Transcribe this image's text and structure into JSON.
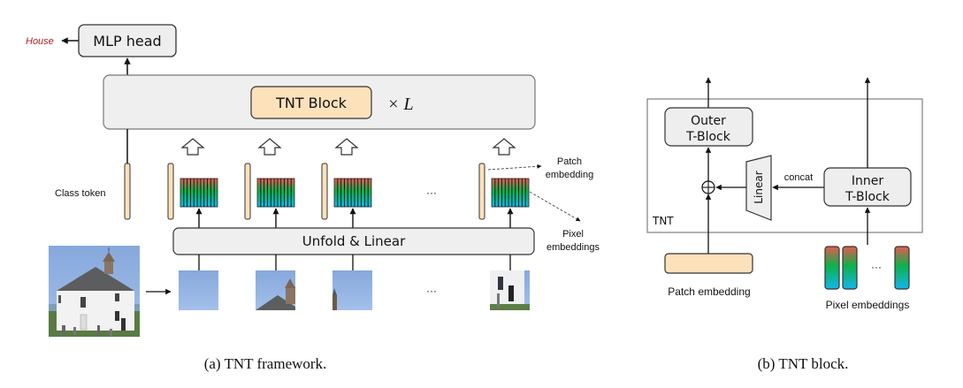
{
  "figure_a": {
    "output_label": "House",
    "mlp_head_label": "MLP head",
    "tnt_block_label": "TNT Block",
    "repeat_label": "× L",
    "class_token_label": "Class token",
    "unfold_label": "Unfold & Linear",
    "patch_embedding_label": [
      "Patch",
      "embedding"
    ],
    "pixel_embeddings_label": [
      "Pixel",
      "embeddings"
    ],
    "ellipsis": "···",
    "caption": "(a) TNT framework."
  },
  "figure_b": {
    "outer_block_label": [
      "Outer",
      "T-Block"
    ],
    "inner_block_label": [
      "Inner",
      "T-Block"
    ],
    "linear_label": "Linear",
    "concat_label": "concat",
    "container_label": "TNT",
    "patch_embedding_label": "Patch embedding",
    "pixel_embeddings_label": "Pixel embeddings",
    "ellipsis": "···",
    "caption": "(b) TNT block."
  },
  "colors": {
    "box_fill": "#eeeeee",
    "box_stroke": "#333333",
    "token_fill": "#fde1bb",
    "output_label": "#b01c1c",
    "grad_top": "#e0504a",
    "grad_mid": "#0fb04a",
    "grad_bottom": "#12b4e6",
    "sky": "#8fb0e0"
  }
}
